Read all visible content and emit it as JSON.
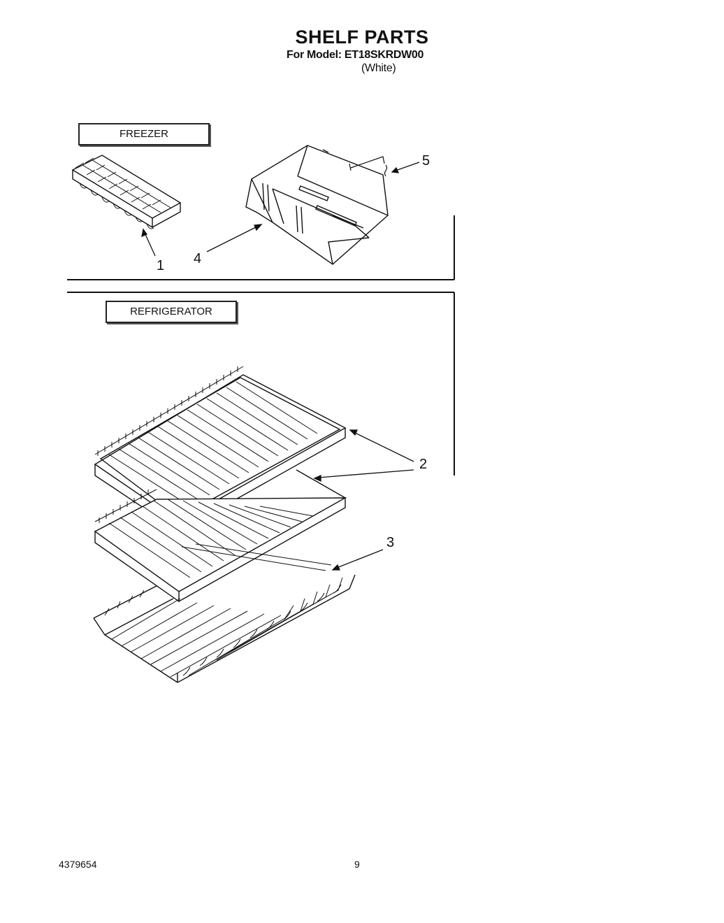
{
  "header": {
    "title": "SHELF PARTS",
    "model_line": "For Model: ET18SKRDW00",
    "color_line": "(White)"
  },
  "sections": {
    "freezer": "FREEZER",
    "refrigerator": "REFRIGERATOR"
  },
  "callouts": {
    "c1": "1",
    "c2": "2",
    "c3": "3",
    "c4": "4",
    "c5": "5"
  },
  "footer": {
    "doc_number": "4379654",
    "page_number": "9"
  }
}
